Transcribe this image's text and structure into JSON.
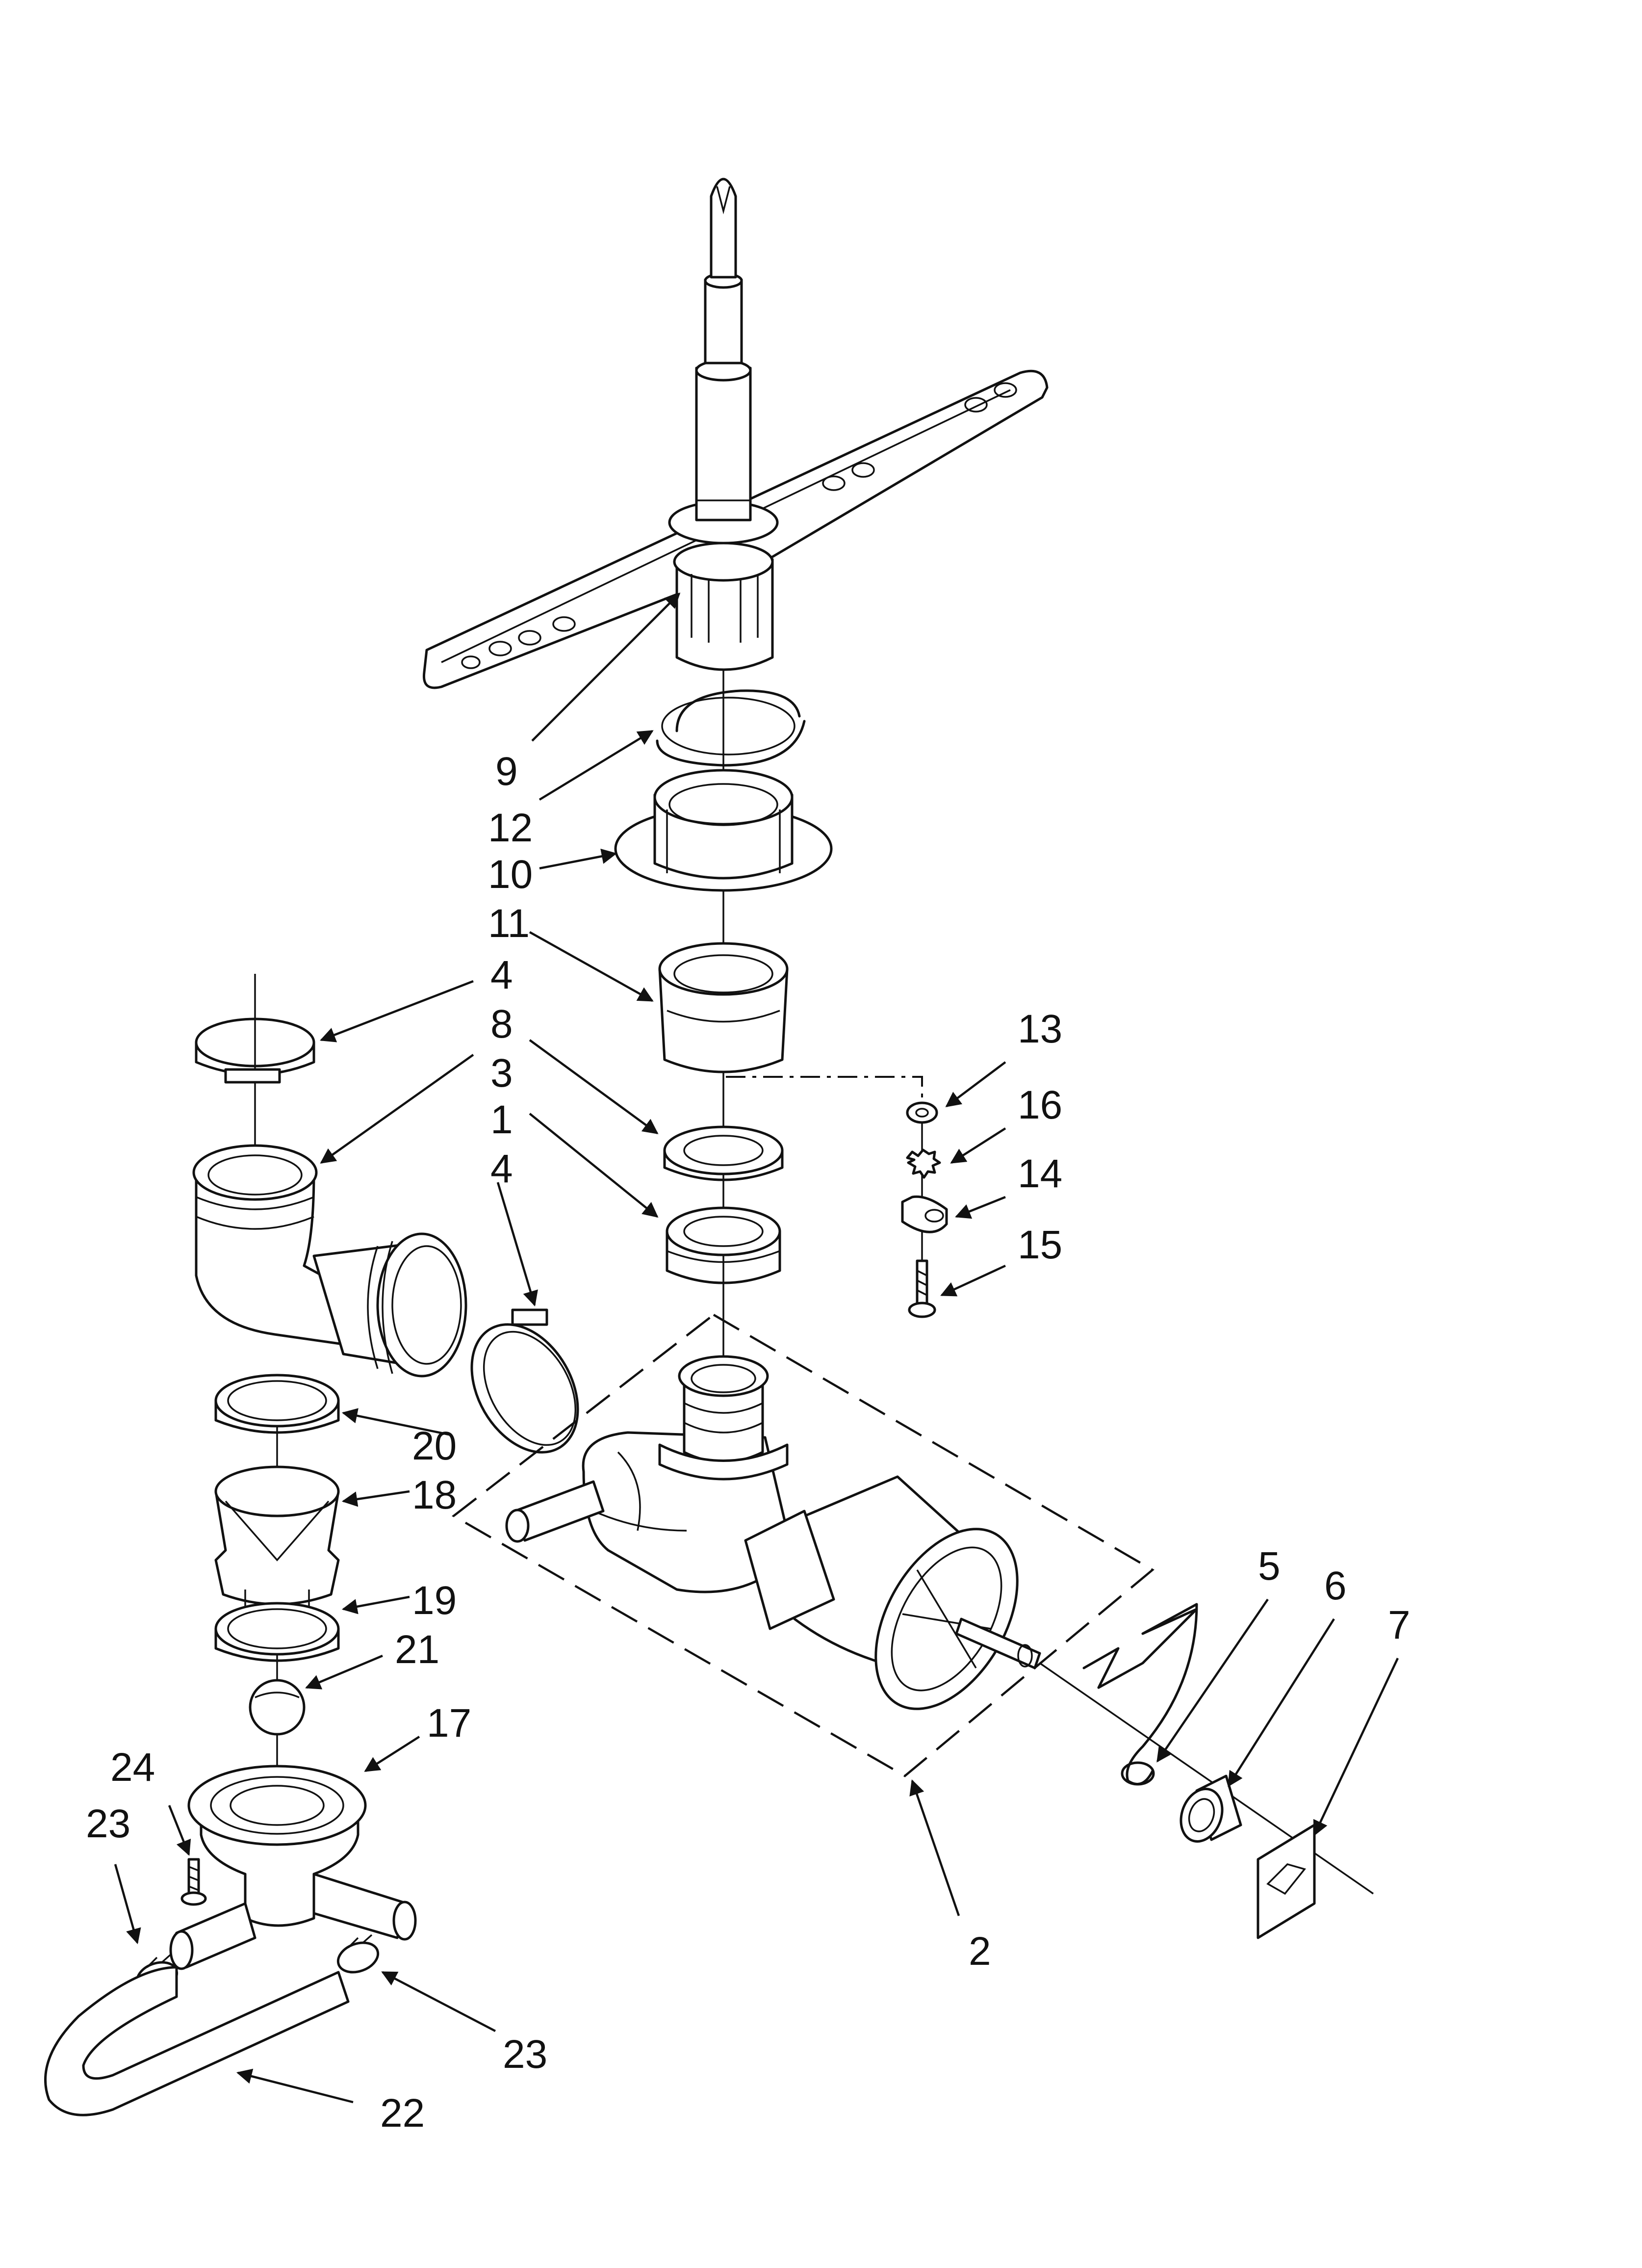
{
  "callouts": [
    {
      "id": "c9",
      "label": "9"
    },
    {
      "id": "c12",
      "label": "12"
    },
    {
      "id": "c10",
      "label": "10"
    },
    {
      "id": "c11",
      "label": "11"
    },
    {
      "id": "c4a",
      "label": "4"
    },
    {
      "id": "c8",
      "label": "8"
    },
    {
      "id": "c3",
      "label": "3"
    },
    {
      "id": "c1",
      "label": "1"
    },
    {
      "id": "c4b",
      "label": "4"
    },
    {
      "id": "c13",
      "label": "13"
    },
    {
      "id": "c16",
      "label": "16"
    },
    {
      "id": "c14",
      "label": "14"
    },
    {
      "id": "c15",
      "label": "15"
    },
    {
      "id": "c20",
      "label": "20"
    },
    {
      "id": "c18",
      "label": "18"
    },
    {
      "id": "c19",
      "label": "19"
    },
    {
      "id": "c21",
      "label": "21"
    },
    {
      "id": "c17",
      "label": "17"
    },
    {
      "id": "c24",
      "label": "24"
    },
    {
      "id": "c23a",
      "label": "23"
    },
    {
      "id": "c23b",
      "label": "23"
    },
    {
      "id": "c22",
      "label": "22"
    },
    {
      "id": "c5",
      "label": "5"
    },
    {
      "id": "c6",
      "label": "6"
    },
    {
      "id": "c7",
      "label": "7"
    },
    {
      "id": "c2",
      "label": "2"
    }
  ]
}
